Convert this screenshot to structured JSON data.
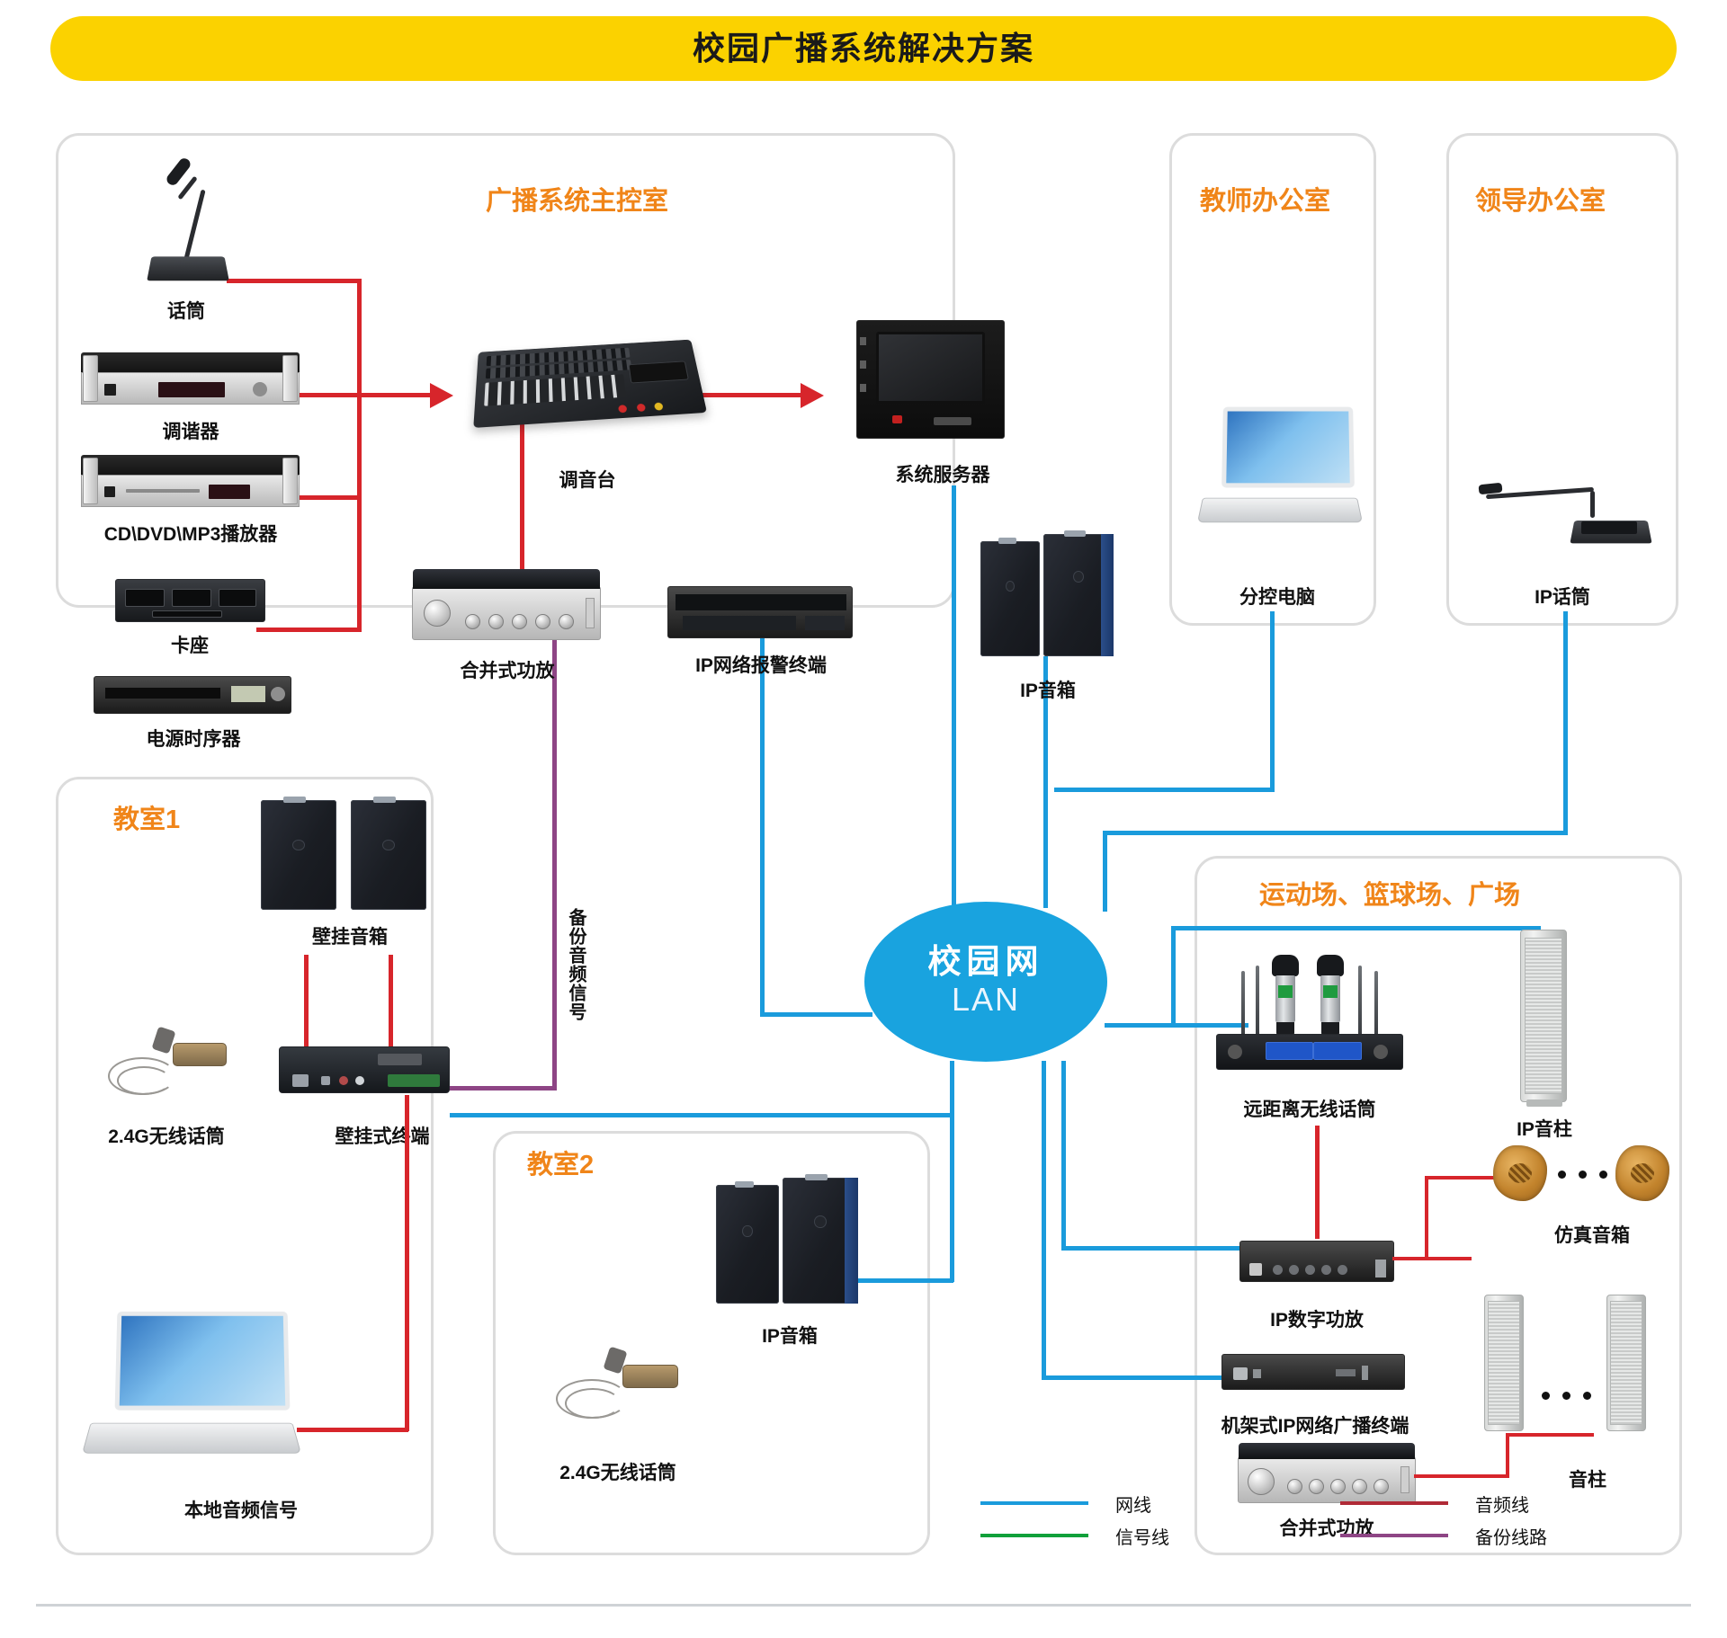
{
  "title": "校园广播系统解决方案",
  "network_cloud": {
    "line1": "校园网",
    "line2": "LAN"
  },
  "panels": {
    "control_room": {
      "title": "广播系统主控室"
    },
    "teacher_office": {
      "title": "教师办公室"
    },
    "leader_office": {
      "title": "领导办公室"
    },
    "classroom1": {
      "title": "教室1"
    },
    "classroom2": {
      "title": "教室2"
    },
    "sports_area": {
      "title": "运动场、篮球场、广场"
    }
  },
  "devices": {
    "microphone": "话筒",
    "tuner": "调谐器",
    "cd_player": "CD\\DVD\\MP3播放器",
    "cassette_deck": "卡座",
    "power_sequencer": "电源时序器",
    "mixer": "调音台",
    "system_server": "系统服务器",
    "integrated_amplifier": "合并式功放",
    "ip_network_alarm_terminal": "IP网络报警终端",
    "ip_speaker_main": "IP音箱",
    "sub_control_pc": "分控电脑",
    "ip_microphone": "IP话筒",
    "wall_speaker": "壁挂音箱",
    "wireless_mic_24g_c1": "2.4G无线话筒",
    "wall_terminal": "壁挂式终端",
    "local_audio_signal": "本地音频信号",
    "ip_speaker_c2": "IP音箱",
    "wireless_mic_24g_c2": "2.4G无线话筒",
    "long_range_wireless_mic": "远距离无线话筒",
    "ip_sound_column": "IP音柱",
    "ip_digital_amplifier": "IP数字功放",
    "simulated_speaker": "仿真音箱",
    "rack_ip_broadcast_terminal": "机架式IP网络广播终端",
    "integrated_amplifier_2": "合并式功放",
    "sound_column": "音柱"
  },
  "annotations": {
    "backup_audio_signal": "备份音频信号"
  },
  "legend": {
    "items": [
      {
        "label": "网线",
        "color": "#1A9BDC"
      },
      {
        "label": "信号线",
        "color": "#11A03A"
      },
      {
        "label": "音频线",
        "color": "#B02A37"
      },
      {
        "label": "备份线路",
        "color": "#8E4585"
      }
    ]
  },
  "colors": {
    "banner": "#FBD200",
    "panel_title": "#F08519",
    "lan": "#19A3DF",
    "audio_line": "#D7252B",
    "network_line": "#1A9BDC",
    "backup_line": "#8E4585",
    "signal_line": "#11A03A"
  }
}
